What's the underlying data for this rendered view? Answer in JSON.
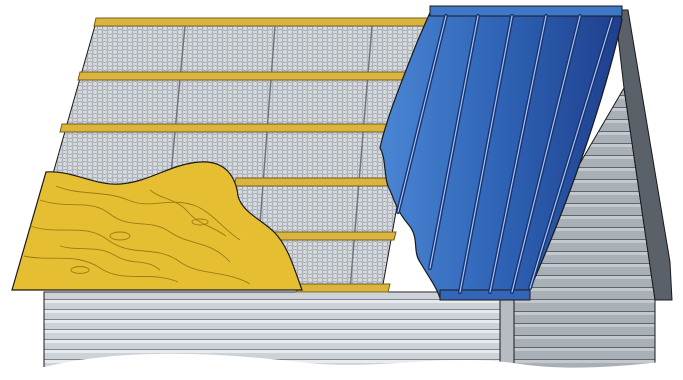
{
  "figure": {
    "layers": [
      {
        "id": "siding",
        "label": ""
      },
      {
        "id": "plywood-decking",
        "label": ""
      },
      {
        "id": "reflective-foil-barrier",
        "label": ""
      },
      {
        "id": "wood-purlins",
        "label": ""
      },
      {
        "id": "metal-roof-panels",
        "label": ""
      }
    ],
    "colors": {
      "plywood": "#E6BE32",
      "plywood_grain": "#8A6A10",
      "purlin": "#D9B440",
      "purlin_edge": "#7A5E12",
      "foil": "#CFD3D8",
      "foil_line": "#8D939A",
      "metal_panel_dark": "#1E3F8C",
      "metal_panel_light": "#4A86D4",
      "siding_front": "#C9CED4",
      "siding_side": "#A2A8AF",
      "outline": "#1A1A1A"
    }
  }
}
